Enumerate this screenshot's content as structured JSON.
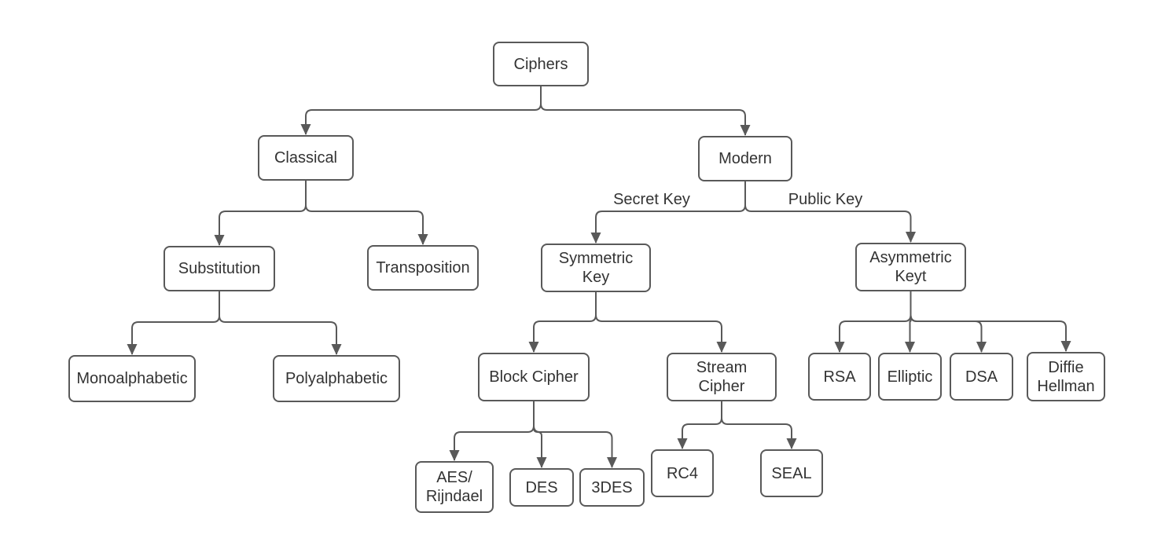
{
  "diagram": {
    "colors": {
      "background": "#ffffff",
      "line": "#595959",
      "box_border": "#595959",
      "box_fill": "#ffffff",
      "text": "#333333"
    },
    "nodes": [
      {
        "id": "ciphers",
        "label": "Ciphers"
      },
      {
        "id": "classical",
        "label": "Classical"
      },
      {
        "id": "modern",
        "label": "Modern"
      },
      {
        "id": "substitution",
        "label": "Substitution"
      },
      {
        "id": "transposition",
        "label": "Transposition"
      },
      {
        "id": "symmetric",
        "label": "Symmetric\nKey"
      },
      {
        "id": "asymmetric",
        "label": "Asymmetric\nKeyt"
      },
      {
        "id": "monoalphabetic",
        "label": "Monoalphabetic"
      },
      {
        "id": "polyalphabetic",
        "label": "Polyalphabetic"
      },
      {
        "id": "block",
        "label": "Block Cipher"
      },
      {
        "id": "stream",
        "label": "Stream\nCipher"
      },
      {
        "id": "rsa",
        "label": "RSA"
      },
      {
        "id": "elliptic",
        "label": "Elliptic"
      },
      {
        "id": "dsa",
        "label": "DSA"
      },
      {
        "id": "diffie",
        "label": "Diffie\nHellman"
      },
      {
        "id": "aes",
        "label": "AES/\nRijndael"
      },
      {
        "id": "des",
        "label": "DES"
      },
      {
        "id": "tripledes",
        "label": "3DES"
      },
      {
        "id": "rc4",
        "label": "RC4"
      },
      {
        "id": "seal",
        "label": "SEAL"
      }
    ],
    "edges": [
      {
        "from": "ciphers",
        "to": "classical"
      },
      {
        "from": "ciphers",
        "to": "modern"
      },
      {
        "from": "classical",
        "to": "substitution"
      },
      {
        "from": "classical",
        "to": "transposition"
      },
      {
        "from": "modern",
        "to": "symmetric",
        "label": "Secret Key"
      },
      {
        "from": "modern",
        "to": "asymmetric",
        "label": "Public Key"
      },
      {
        "from": "substitution",
        "to": "monoalphabetic"
      },
      {
        "from": "substitution",
        "to": "polyalphabetic"
      },
      {
        "from": "symmetric",
        "to": "block"
      },
      {
        "from": "symmetric",
        "to": "stream"
      },
      {
        "from": "asymmetric",
        "to": "rsa"
      },
      {
        "from": "asymmetric",
        "to": "elliptic"
      },
      {
        "from": "asymmetric",
        "to": "dsa"
      },
      {
        "from": "asymmetric",
        "to": "diffie"
      },
      {
        "from": "block",
        "to": "aes"
      },
      {
        "from": "block",
        "to": "des"
      },
      {
        "from": "block",
        "to": "tripledes"
      },
      {
        "from": "stream",
        "to": "rc4"
      },
      {
        "from": "stream",
        "to": "seal"
      }
    ]
  }
}
